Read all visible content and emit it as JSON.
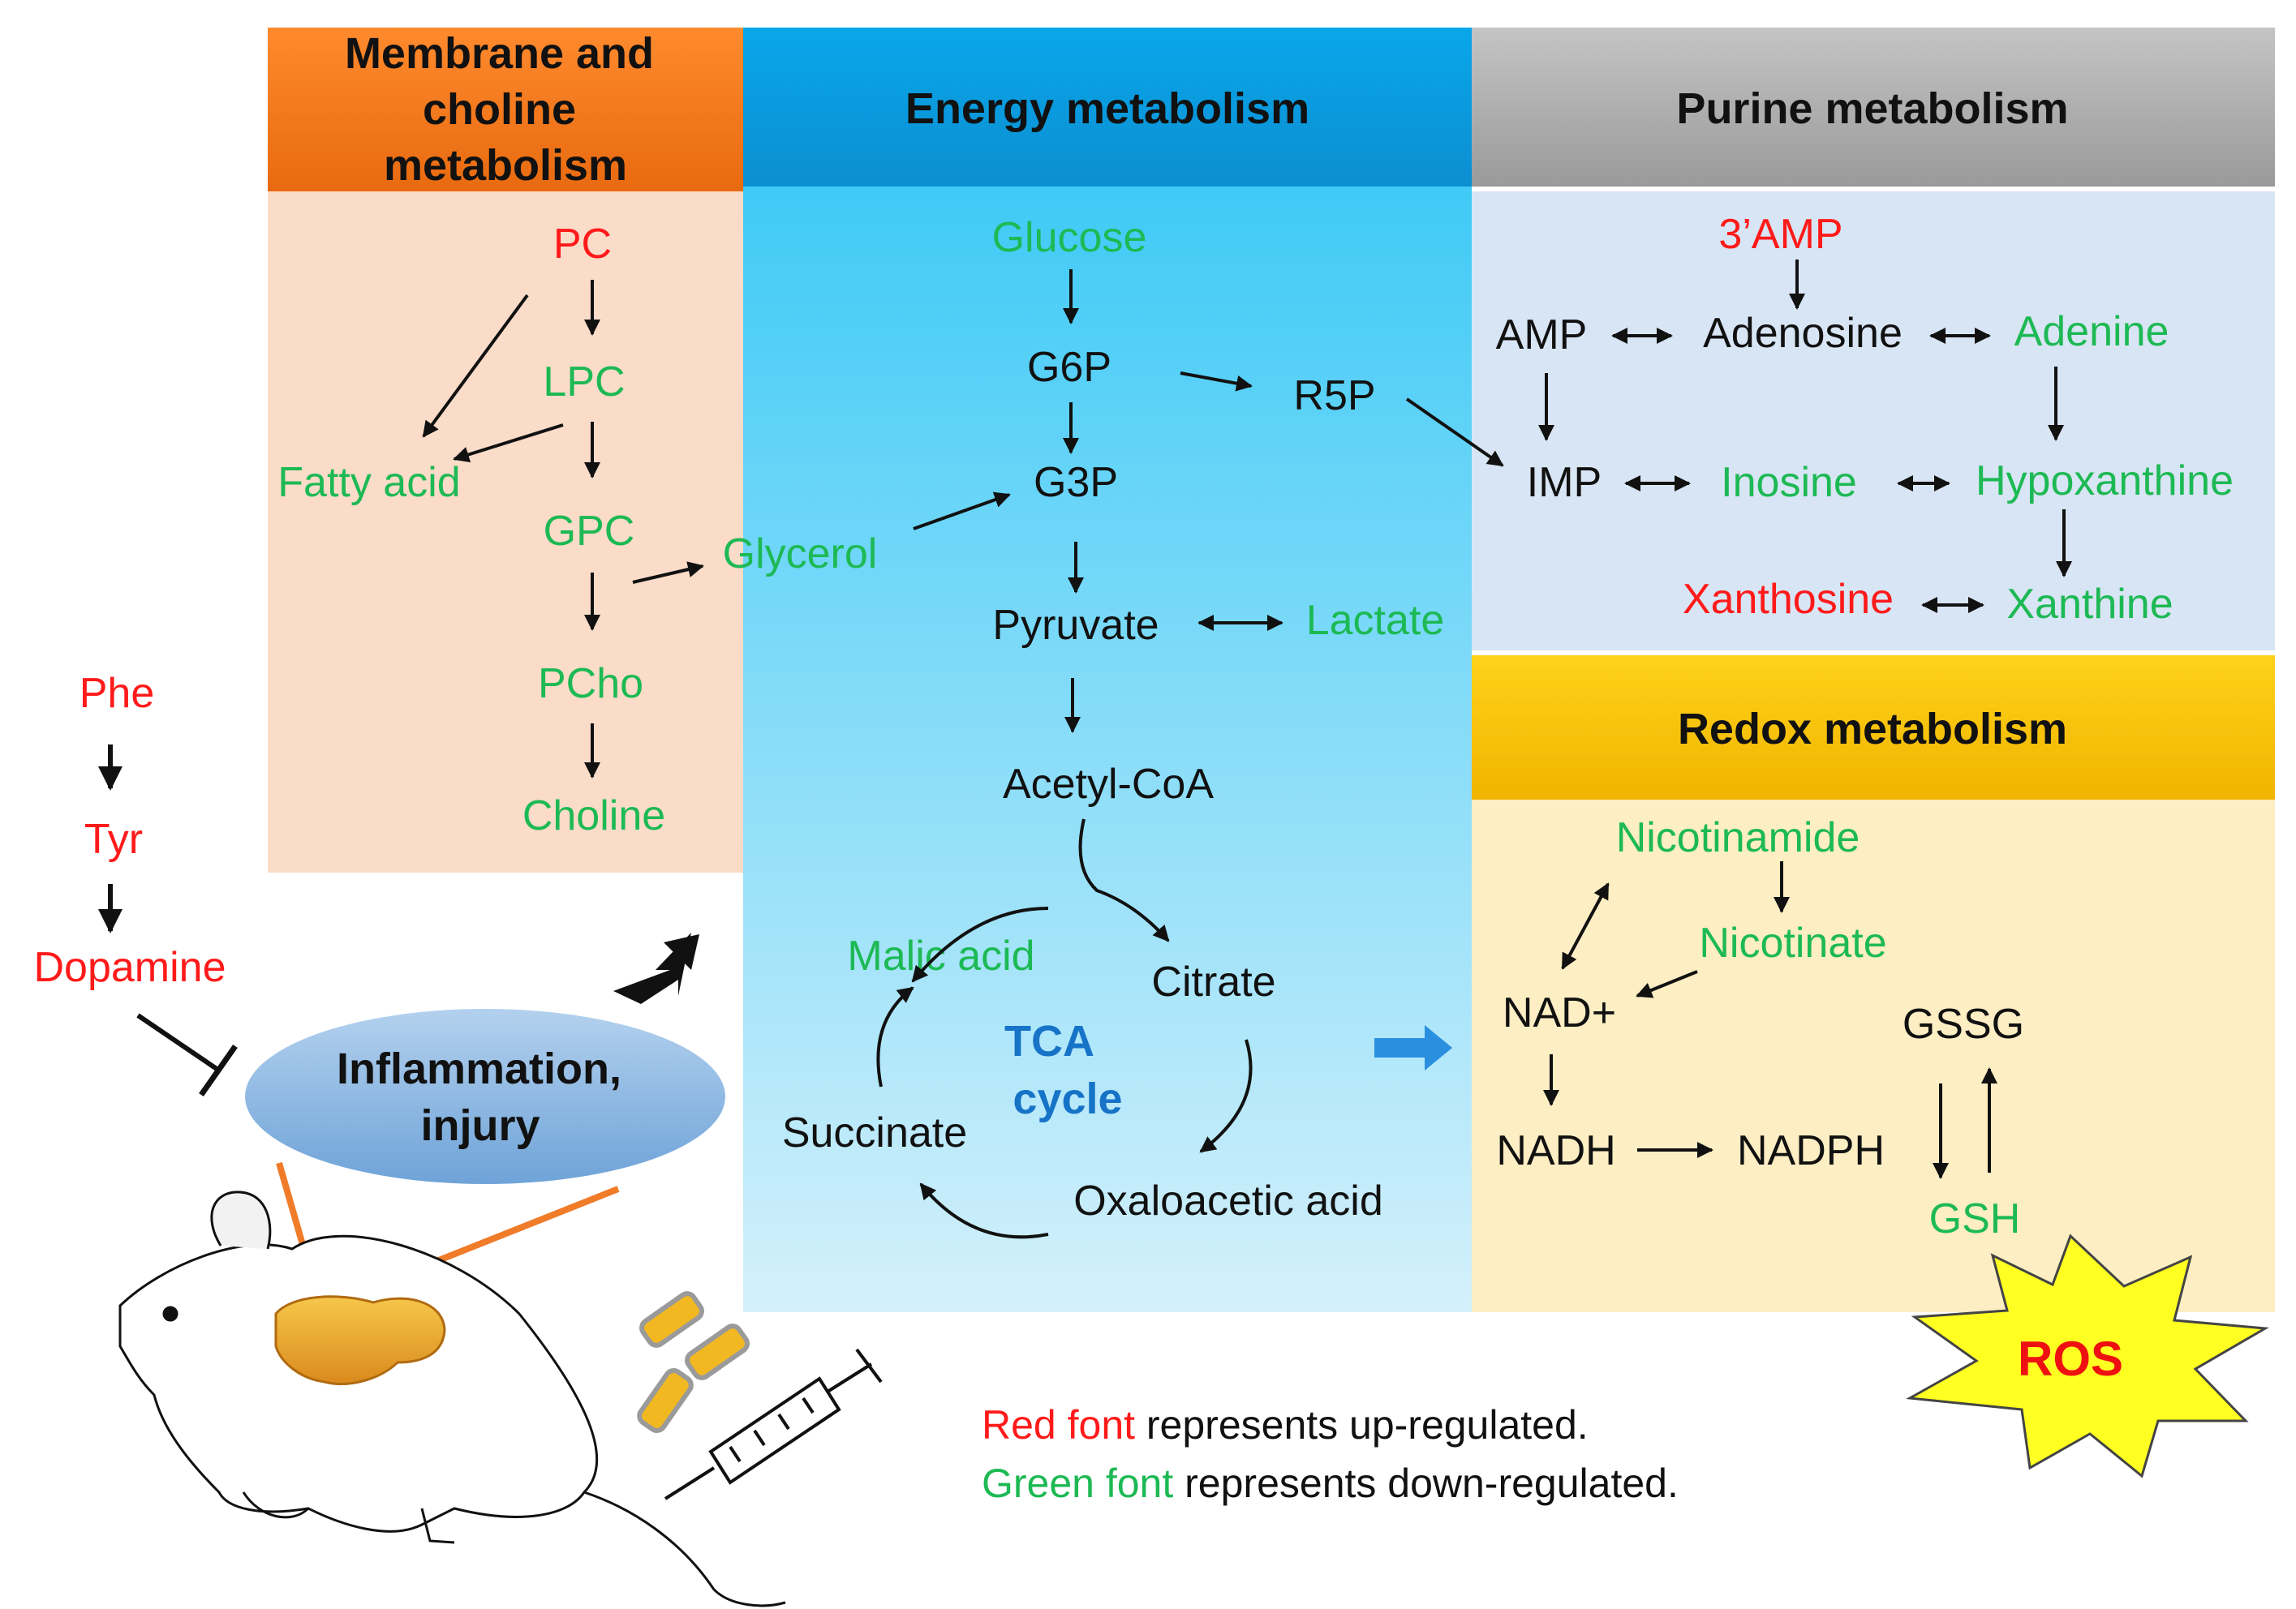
{
  "panels": {
    "membrane": {
      "title_line1": "Membrane and",
      "title_line2": "choline",
      "title_line3": "metabolism",
      "header_color": "#f47a20"
    },
    "energy": {
      "title": "Energy metabolism",
      "header_color": "#0b97dc"
    },
    "purine": {
      "title": "Purine metabolism",
      "header_color": "#aaaaaa"
    },
    "redox": {
      "title": "Redox metabolism",
      "header_color": "#f7c400"
    }
  },
  "metabolites": {
    "pc": "PC",
    "lpc": "LPC",
    "fatty_acid": "Fatty acid",
    "gpc": "GPC",
    "glycerol": "Glycerol",
    "pcho": "PCho",
    "choline": "Choline",
    "glucose": "Glucose",
    "g6p": "G6P",
    "r5p": "R5P",
    "g3p": "G3P",
    "pyruvate": "Pyruvate",
    "lactate": "Lactate",
    "acetyl_coa": "Acetyl-CoA",
    "malic_acid": "Malic acid",
    "citrate": "Citrate",
    "succinate": "Succinate",
    "oxaloacetic_acid": "Oxaloacetic acid",
    "amp3": "3’AMP",
    "amp": "AMP",
    "adenosine": "Adenosine",
    "adenine": "Adenine",
    "imp": "IMP",
    "inosine": "Inosine",
    "hypoxanthine": "Hypoxanthine",
    "xanthosine": "Xanthosine",
    "xanthine": "Xanthine",
    "nicotinamide": "Nicotinamide",
    "nicotinate": "Nicotinate",
    "nad_plus": "NAD+",
    "gssg": "GSSG",
    "nadh": "NADH",
    "nadph": "NADPH",
    "gsh": "GSH",
    "phe": "Phe",
    "tyr": "Tyr",
    "dopamine": "Dopamine"
  },
  "labels": {
    "tca_line1": "TCA",
    "tca_line2": "cycle",
    "inflammation_line1": "Inflammation,",
    "inflammation_line2": "injury",
    "ros": "ROS"
  },
  "legend": {
    "red_label": "Red font",
    "red_text": " represents up-regulated.",
    "green_label": "Green font",
    "green_text": " represents down-regulated."
  },
  "colors": {
    "up_regulated": "#ff1a1a",
    "down_regulated": "#1db954",
    "neutral": "#111111",
    "tca_label": "#1673c7"
  }
}
